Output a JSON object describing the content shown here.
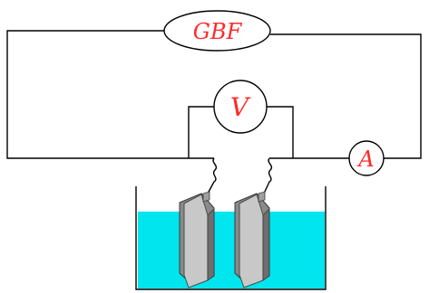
{
  "colors": {
    "label": "#ff2a2a",
    "wire": "#000000",
    "electrolyte": "#00e5ee",
    "plate_face": "#c8c8c8",
    "plate_edge": "#6e6e6e"
  },
  "generator": {
    "label": "GBF"
  },
  "voltmeter": {
    "label": "V"
  },
  "ammeter": {
    "label": "A"
  }
}
